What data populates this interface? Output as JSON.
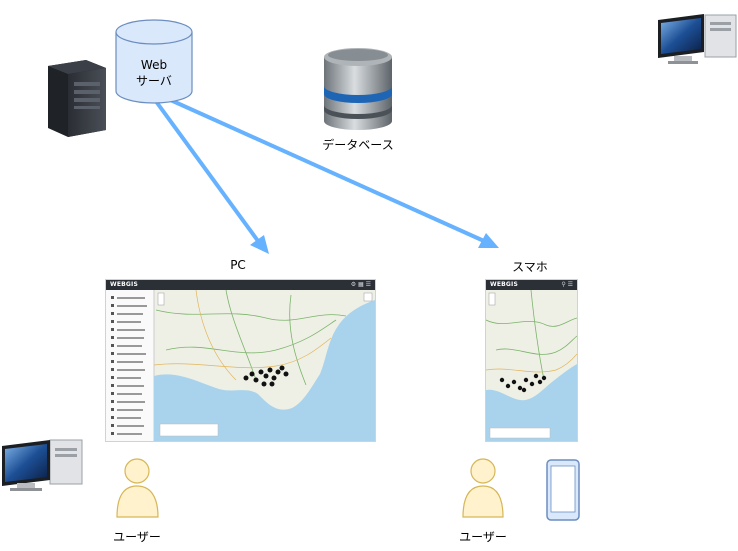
{
  "nodes": {
    "web_server": {
      "label_line1": "Web",
      "label_line2": "サーバ"
    },
    "database": {
      "label": "データベース"
    },
    "pc": {
      "label": "PC"
    },
    "phone": {
      "label": "スマホ"
    },
    "pc_user": {
      "label": "ユーザー"
    },
    "phone_user": {
      "label": "ユーザー"
    }
  },
  "screens": {
    "pc_app": {
      "brand": "WEBGIS"
    },
    "phone_app": {
      "brand": "WEBGIS"
    }
  },
  "colors": {
    "arrow": "#66b2ff",
    "cylinder_fill": "#dae8fc",
    "cylinder_stroke": "#6c8ebf",
    "user_fill": "#fff2cc",
    "user_stroke": "#d6b656",
    "phone_fill": "#dae8fc",
    "phone_stroke": "#6c8ebf",
    "map_sea": "#a9d3ec",
    "map_land": "#eef0e6"
  },
  "icons": [
    "tower-server-icon",
    "desktop-computer-icon",
    "database-icon",
    "user-icon",
    "smartphone-icon",
    "map-marker-icon"
  ]
}
